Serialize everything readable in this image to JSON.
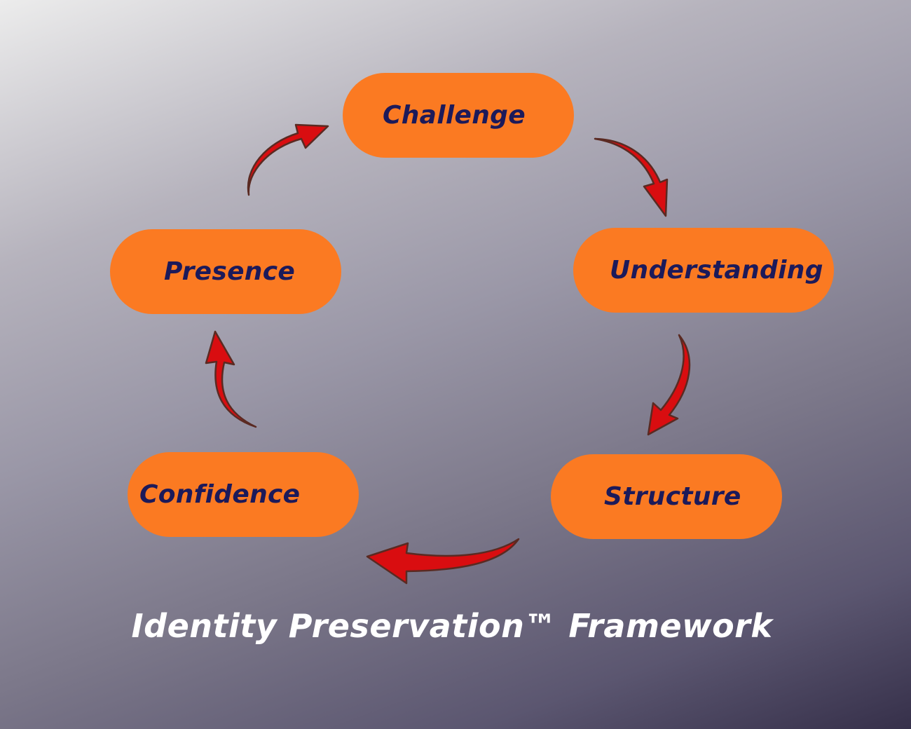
{
  "diagram": {
    "steps": [
      {
        "id": "challenge",
        "label": "Challenge"
      },
      {
        "id": "understanding",
        "label": "Understanding"
      },
      {
        "id": "structure",
        "label": "Structure"
      },
      {
        "id": "confidence",
        "label": "Confidence"
      },
      {
        "id": "presence",
        "label": "Presence"
      }
    ],
    "edges": [
      {
        "from": "challenge",
        "to": "understanding"
      },
      {
        "from": "understanding",
        "to": "structure"
      },
      {
        "from": "structure",
        "to": "confidence"
      },
      {
        "from": "confidence",
        "to": "presence"
      },
      {
        "from": "presence",
        "to": "challenge"
      }
    ],
    "caption": "Identity Preservation™ Framework"
  },
  "colors": {
    "node_fill": "#fb7a22",
    "node_text": "#1c1a5a",
    "arrow_fill": "#d90d10",
    "caption_text": "#ffffff",
    "background_light": "#ececec",
    "background_dark": "#36304a"
  }
}
